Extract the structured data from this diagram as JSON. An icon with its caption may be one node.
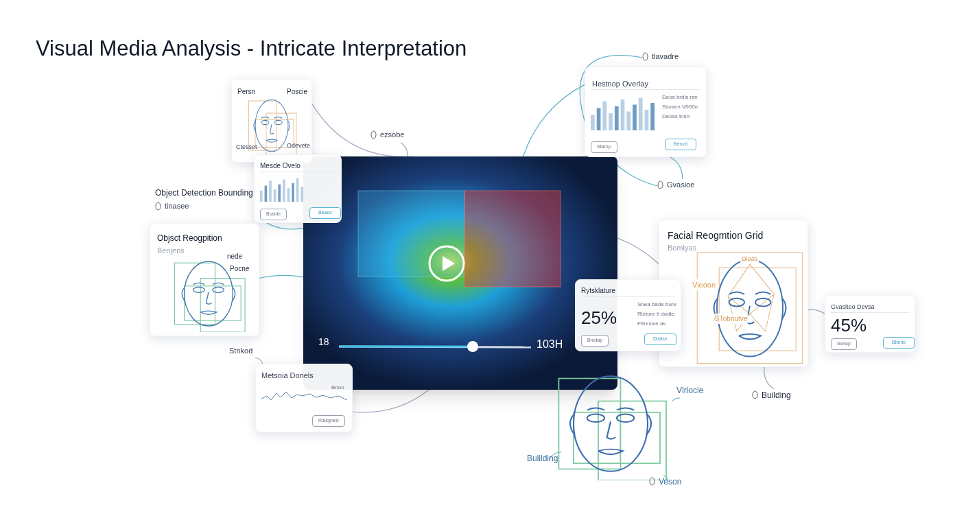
{
  "diagram": {
    "title": "Visual Media Analysis - Intricate Interpretation",
    "nodes": [
      {
        "text": [
          "Persn",
          "Poscie",
          "Ctesset",
          "Odevete"
        ]
      },
      {
        "text": [
          "Mesde Ovelo",
          "Boside",
          "Beaco"
        ]
      },
      {
        "text": [
          "Object Detection Bounding",
          "tinasee"
        ]
      },
      {
        "text": [
          "Objsct Reogpition",
          "Benjens",
          "nede",
          "Pocne"
        ]
      },
      {
        "text": [
          "Stnkod"
        ]
      },
      {
        "text": [
          "Metsoia Donels",
          "Bnoo",
          "Ralsgned"
        ]
      },
      {
        "text": [
          "ezsobe"
        ]
      },
      {
        "text": [
          "18",
          "103H"
        ]
      },
      {
        "text": [
          "tlavadre"
        ]
      },
      {
        "text": [
          "Hestnop Overlay",
          "Deos brdis rsn",
          "Ssosen V000o",
          "Deoss tnsn",
          "Starnp",
          "Beovd"
        ]
      },
      {
        "text": [
          "Gvasioe"
        ]
      },
      {
        "text": [
          "Facial Reogmtion Grid",
          "Bomlyas",
          "Dieas",
          "Vieoon",
          "GTobnutve"
        ]
      },
      {
        "text": [
          "Rytsklature",
          "Snea bade bure",
          "Rieture tl dodie",
          "Fttresive as",
          "25%",
          "Bnotap",
          "Dlsilse"
        ]
      },
      {
        "text": [
          "Gvasiteo Devsa",
          "45%",
          "Swrap",
          "Bbene"
        ]
      },
      {
        "text": [],
        "shape": "picture"
      },
      {
        "text": [
          "Vlriocle"
        ]
      },
      {
        "text": [
          "Building"
        ]
      },
      {
        "text": [
          "Bulilding"
        ]
      },
      {
        "text": [
          "Veson"
        ]
      }
    ],
    "edges": [
      {
        "from": 0,
        "to": 7,
        "arrow": "none",
        "color": "#a3a9c0"
      },
      {
        "from": 6,
        "to": 7,
        "arrow": "none",
        "color": "#a3a9c0"
      },
      {
        "from": 2,
        "to": 7,
        "arrow": "none"
      },
      {
        "from": 3,
        "to": 7,
        "arrow": "none"
      },
      {
        "from": 4,
        "to": 5,
        "arrow": "none",
        "color": "#a3a9c0"
      },
      {
        "from": 5,
        "to": 7,
        "arrow": "none",
        "color": "#a3a9c0"
      },
      {
        "from": 8,
        "to": 9,
        "arrow": "none"
      },
      {
        "from": 9,
        "to": 7,
        "arrow": "none"
      },
      {
        "from": 10,
        "to": 9,
        "arrow": "none"
      },
      {
        "from": 10,
        "to": 7,
        "arrow": "none"
      },
      {
        "from": 11,
        "to": 7,
        "arrow": "none",
        "color": "#a3a9c0"
      },
      {
        "from": 11,
        "to": 13,
        "arrow": "none",
        "color": "#a3a9c0"
      },
      {
        "from": 15,
        "to": 14,
        "arrow": "none"
      },
      {
        "from": 16,
        "to": 11,
        "arrow": "none",
        "color": "#a3a9c0"
      },
      {
        "from": 17,
        "to": 14,
        "arrow": "none"
      },
      {
        "from": 18,
        "to": 14,
        "arrow": "none"
      },
      {
        "from": 14,
        "to": 7,
        "arrow": "none"
      }
    ]
  }
}
